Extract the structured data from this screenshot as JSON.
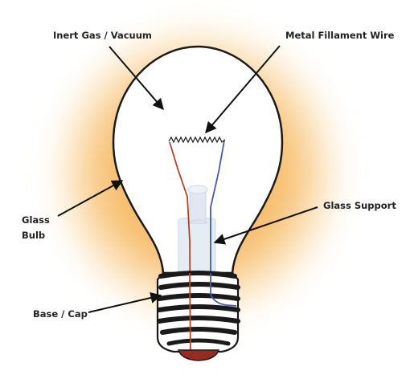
{
  "labels": {
    "gas": "Inert Gas / Vacuum",
    "filament": "Metal Fillament Wire",
    "support": "Glass Support",
    "bulb_line1": "Glass",
    "bulb_line2": "Bulb",
    "base": "Base / Cap"
  },
  "colors": {
    "glow": "#f2a33a",
    "outline": "#1a1a1a",
    "red_wire": "#b8431f",
    "blue_wire": "#4a5aa8",
    "support": "#dfe8f2",
    "contact": "#9b2a1e"
  }
}
